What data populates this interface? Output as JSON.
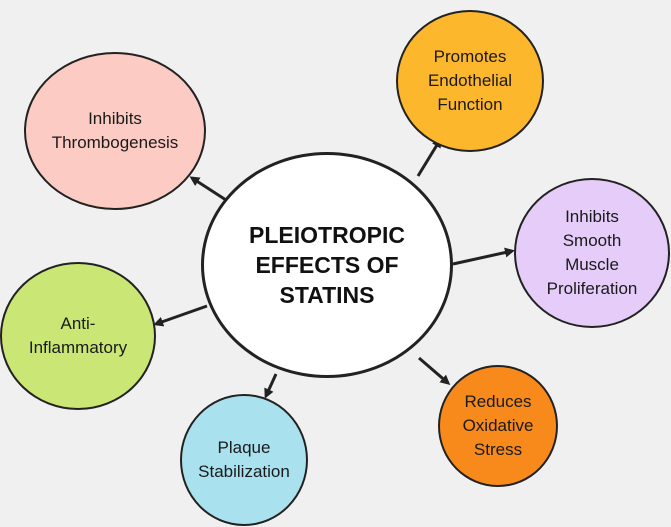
{
  "colors": {
    "background": "#f0f0f0",
    "stroke": "#222222",
    "center": "#ffffff"
  },
  "center": {
    "label": "PLEIOTROPIC\nEFFECTS OF\nSTATINS"
  },
  "effects": [
    {
      "key": "thrombogenesis",
      "label": "Inhibits\nThrombogenesis",
      "color": "#fccbc3"
    },
    {
      "key": "endothelial",
      "label": "Promotes\nEndothelial\nFunction",
      "color": "#fdb72d"
    },
    {
      "key": "smooth-muscle",
      "label": "Inhibits\nSmooth\nMuscle\nProliferation",
      "color": "#e6cdf9"
    },
    {
      "key": "oxidative",
      "label": "Reduces\nOxidative\nStress",
      "color": "#f88a1c"
    },
    {
      "key": "plaque",
      "label": "Plaque\nStabilization",
      "color": "#a9e2ee"
    },
    {
      "key": "inflammatory",
      "label": "Anti-\nInflammatory",
      "color": "#cae675"
    }
  ]
}
